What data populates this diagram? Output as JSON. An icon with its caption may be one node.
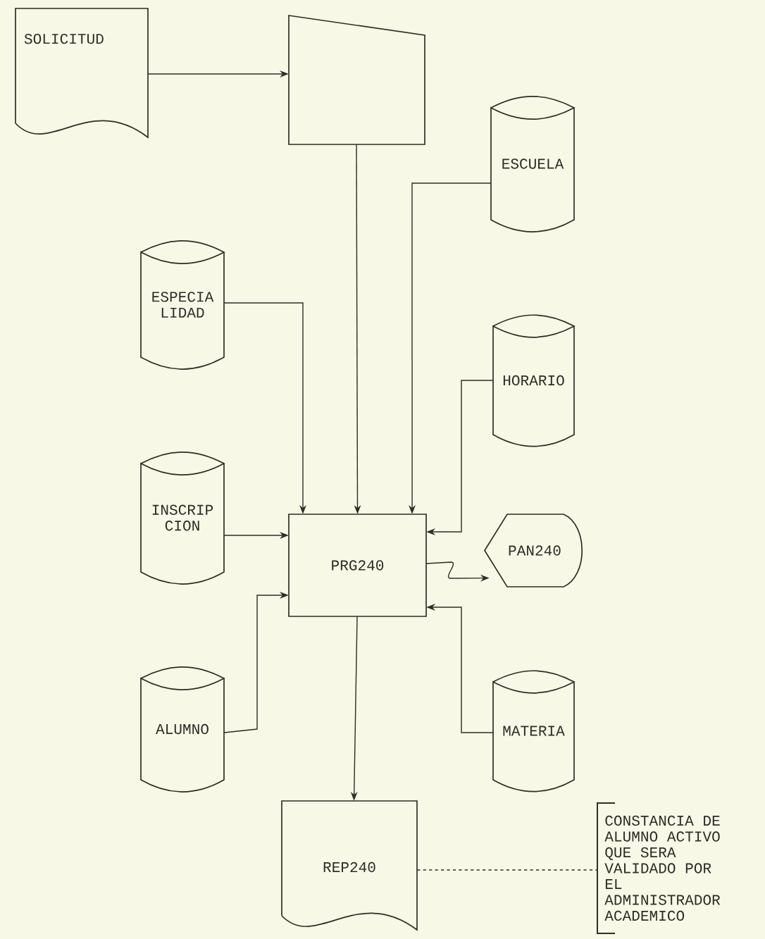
{
  "diagram": {
    "nodes": [
      {
        "text": [
          "SOLICITUD"
        ]
      },
      {
        "text": [],
        "shape": "trapezoid"
      },
      {
        "text": [
          "ESCUELA"
        ]
      },
      {
        "text": [
          "ESPECIA LIDAD"
        ]
      },
      {
        "text": [
          "HORARIO"
        ]
      },
      {
        "text": [
          "INSCRIP CION"
        ]
      },
      {
        "text": [
          "PRG240"
        ]
      },
      {
        "text": [
          "PAN240"
        ]
      },
      {
        "text": [
          "ALUMNO"
        ]
      },
      {
        "text": [
          "MATERIA"
        ]
      },
      {
        "text": [
          "REP240"
        ]
      },
      {
        "text": [
          "CONSTANCIA DE ALUMNO ACTIVO QUE SERA VALIDADO POR EL ADMINISTRADOR ACADEMICO"
        ]
      }
    ],
    "edges": [
      {
        "from": 0,
        "to": 1,
        "arrow": "to"
      },
      {
        "from": 1,
        "to": 6,
        "arrow": "to"
      },
      {
        "from": 2,
        "to": 6,
        "arrow": "to"
      },
      {
        "from": 3,
        "to": 6,
        "arrow": "to"
      },
      {
        "from": 4,
        "to": 6,
        "arrow": "to"
      },
      {
        "from": 5,
        "to": 6,
        "arrow": "to"
      },
      {
        "from": 8,
        "to": 6,
        "arrow": "to"
      },
      {
        "from": 9,
        "to": 6,
        "arrow": "to"
      },
      {
        "from": 6,
        "to": 7,
        "arrow": "to"
      },
      {
        "from": 6,
        "to": 10,
        "arrow": "to"
      },
      {
        "from": 10,
        "to": 11,
        "arrow": "none",
        "style": "dashed"
      }
    ]
  }
}
